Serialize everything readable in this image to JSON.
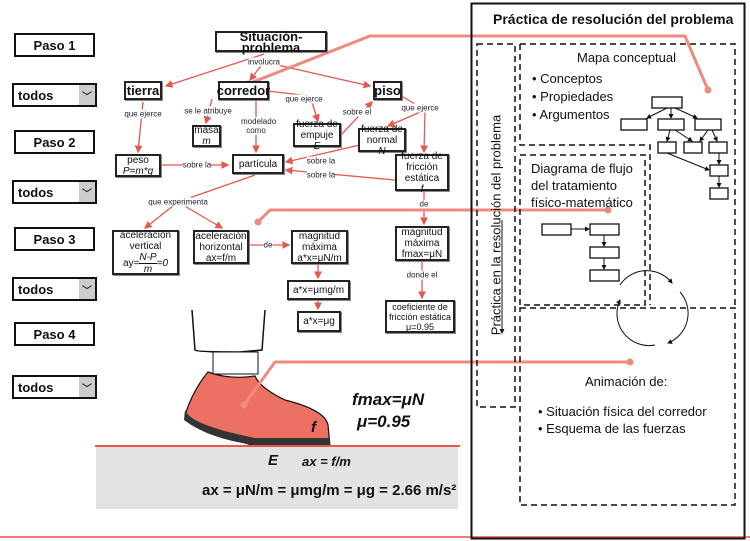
{
  "steps": [
    {
      "label": "Paso 1",
      "filter": "todos"
    },
    {
      "label": "Paso 2",
      "filter": "todos"
    },
    {
      "label": "Paso 3",
      "filter": "todos"
    },
    {
      "label": "Paso 4",
      "filter": "todos"
    }
  ],
  "concept_map": {
    "root": "Situación-problema",
    "involucra": "involucra",
    "tierra": "tierra",
    "corredor": "corredor",
    "piso": "piso",
    "que_ejerce": "que ejerce",
    "se_le_atribuye": "se le atribuye",
    "modelado_como": "modelado como",
    "sobre_el": "sobre el",
    "sobre_la": "sobre la",
    "que_experimenta": "que experimenta",
    "de": "de",
    "donde_el": "donde el",
    "masa": "masa",
    "masa_sym": "m",
    "empuje": "fuerza de empuje",
    "empuje_sym": "E",
    "normal": "fuerza de normal",
    "normal_sym": "N",
    "peso": "peso",
    "peso_eq": "P=m*g",
    "particula": "partícula",
    "friccion": "fuerza de fricción estática",
    "friccion_sym": "f",
    "acel_vert": "aceleración vertical",
    "acel_vert_eq": "ay=",
    "acel_vert_num": "N-P",
    "acel_vert_den": "m",
    "acel_vert_end": "=0",
    "acel_hor": "aceleración horizontal",
    "acel_hor_eq": "ax=f/m",
    "mag_max": "magnitud máxima",
    "mag_max_eq1": "a*x=μN/m",
    "mag_max_eq2": "fmax=μN",
    "eq_mg": "a*x=μmg/m",
    "eq_g": "a*x=μg",
    "coef": "coeficiente de fricción estática",
    "coef_val": "μ=0.95"
  },
  "scene": {
    "f_label": "f",
    "fmax": "fmax=μN",
    "mu": "μ=0.95",
    "E": "E",
    "ax_eq": "ax = f/m",
    "ax_full": "ax = μN/m = μmg/m = μg = 2.66 m/s²"
  },
  "panel": {
    "title": "Práctica de resolución del problema",
    "vertical": "Práctica en la resolución del problema",
    "mapa": "Mapa conceptual",
    "mapa_items": [
      "Conceptos",
      "Propiedades",
      "Argumentos"
    ],
    "flujo": "Diagrama de flujo del tratamiento físico-matemático",
    "anim": "Animación de:",
    "anim_items": [
      "Situación física del corredor",
      "Esquema de las fuerzas"
    ]
  },
  "colors": {
    "accent": "#e9574b",
    "pointer": "#ef8a80",
    "shoe": "#ec7063",
    "floor_bg": "#e3e3e3"
  }
}
